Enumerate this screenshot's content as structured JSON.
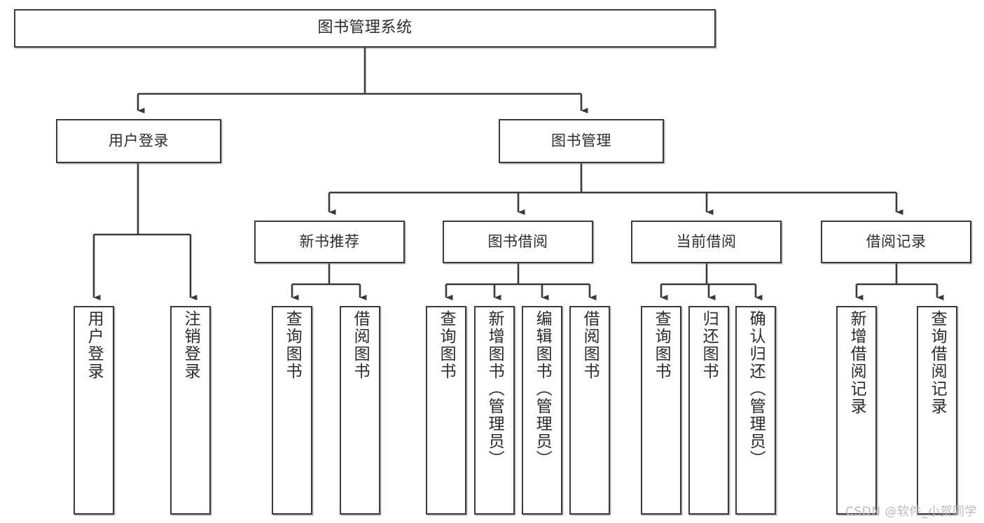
{
  "diagram": {
    "title": "图书管理系统",
    "type": "tree-hierarchy-chart",
    "orientation": "top-down",
    "colors": {
      "box_border": "#3a3a3a",
      "box_fill": "#ffffff",
      "edge": "#3a3a3a",
      "text": "#2b2b2b",
      "watermark": "#b9b9b9",
      "background": "#ffffff"
    }
  },
  "nodes": {
    "root": {
      "id": "root",
      "label": "图书管理系统",
      "level": 1
    },
    "level2": [
      {
        "id": "user-login",
        "label": "用户登录",
        "level": 2
      },
      {
        "id": "book-manage",
        "label": "图书管理",
        "level": 2
      }
    ],
    "level3": [
      {
        "id": "new-book-recommend",
        "label": "新书推荐",
        "level": 3
      },
      {
        "id": "book-borrow",
        "label": "图书借阅",
        "level": 3
      },
      {
        "id": "current-borrow",
        "label": "当前借阅",
        "level": 3
      },
      {
        "id": "borrow-record",
        "label": "借阅记录",
        "level": 3
      }
    ],
    "leaves": [
      {
        "id": "leaf-user-login",
        "label": "用户登录",
        "parent": "user-login",
        "level": 3
      },
      {
        "id": "leaf-logout-login",
        "label": "注销登录",
        "parent": "user-login",
        "level": 3
      },
      {
        "id": "leaf-query-book-1",
        "label": "查询图书",
        "parent": "new-book-recommend",
        "level": 4
      },
      {
        "id": "leaf-borrow-book-1",
        "label": "借阅图书",
        "parent": "new-book-recommend",
        "level": 4
      },
      {
        "id": "leaf-query-book-2",
        "label": "查询图书",
        "parent": "book-borrow",
        "level": 4
      },
      {
        "id": "leaf-add-book-admin",
        "label": "新增图书（管理员）",
        "parent": "book-borrow",
        "level": 4
      },
      {
        "id": "leaf-edit-book-admin",
        "label": "编辑图书（管理员）",
        "parent": "book-borrow",
        "level": 4
      },
      {
        "id": "leaf-borrow-book-2",
        "label": "借阅图书",
        "parent": "book-borrow",
        "level": 4
      },
      {
        "id": "leaf-query-book-3",
        "label": "查询图书",
        "parent": "current-borrow",
        "level": 4
      },
      {
        "id": "leaf-return-book",
        "label": "归还图书",
        "parent": "current-borrow",
        "level": 4
      },
      {
        "id": "leaf-confirm-return-admin",
        "label": "确认归还（管理员）",
        "parent": "current-borrow",
        "level": 4
      },
      {
        "id": "leaf-add-borrow-record",
        "label": "新增借阅记录",
        "parent": "borrow-record",
        "level": 4
      },
      {
        "id": "leaf-query-borrow-record",
        "label": "查询借阅记录",
        "parent": "borrow-record",
        "level": 4
      }
    ]
  },
  "watermark": {
    "text": "CSDN @软件_小贺同学"
  }
}
